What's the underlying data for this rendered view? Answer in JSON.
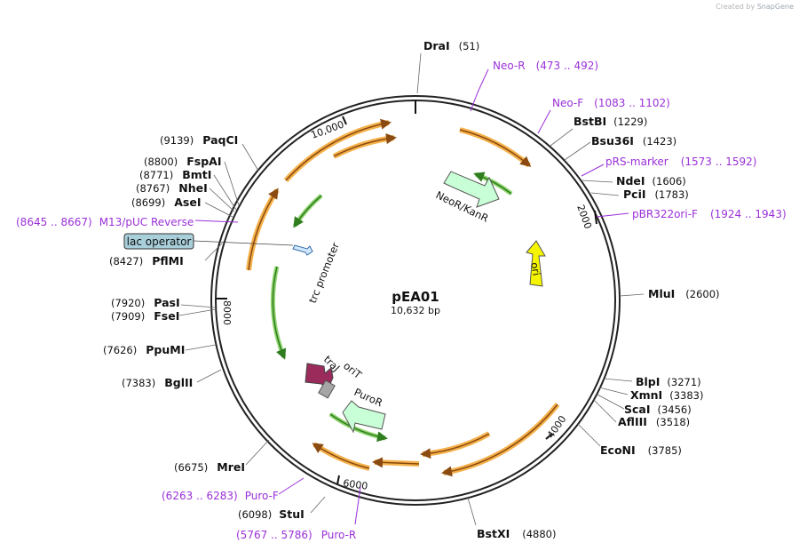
{
  "watermark": {
    "prefix": "Created by",
    "brand": "SnapGene"
  },
  "plasmid": {
    "name": "pEA01",
    "length_label": "10,632 bp",
    "length_bp": 10632
  },
  "colors": {
    "backbone": "#222222",
    "orange_feature": "#f5b14a",
    "orange_arrow": "#8a4a10",
    "green_feature": "#8fd46e",
    "green_arrow": "#2f7d1e",
    "ori": "#f5f500",
    "primer": "#9b30d8",
    "trai": "#9a2b5a",
    "neo": "#c9ffd6"
  },
  "ticks": [
    {
      "label": "2000",
      "pos": 2000
    },
    {
      "label": "4000",
      "pos": 4000
    },
    {
      "label": "6000",
      "pos": 6000
    },
    {
      "label": "8000",
      "pos": 8000
    },
    {
      "label": "10,000",
      "pos": 10000
    }
  ],
  "sites": [
    {
      "name": "DraI",
      "pos": "(51)"
    },
    {
      "name": "BstBI",
      "pos": "(1229)"
    },
    {
      "name": "Bsu36I",
      "pos": "(1423)"
    },
    {
      "name": "NdeI",
      "pos": "(1606)"
    },
    {
      "name": "PciI",
      "pos": "(1783)"
    },
    {
      "name": "MluI",
      "pos": "(2600)"
    },
    {
      "name": "BlpI",
      "pos": "(3271)"
    },
    {
      "name": "XmnI",
      "pos": "(3383)"
    },
    {
      "name": "ScaI",
      "pos": "(3456)"
    },
    {
      "name": "AflIII",
      "pos": "(3518)"
    },
    {
      "name": "EcoNI",
      "pos": "(3785)"
    },
    {
      "name": "BstXI",
      "pos": "(4880)"
    },
    {
      "name": "StuI",
      "pos": "(6098)"
    },
    {
      "name": "MreI",
      "pos": "(6675)"
    },
    {
      "name": "BglII",
      "pos": "(7383)"
    },
    {
      "name": "PpuMI",
      "pos": "(7626)"
    },
    {
      "name": "PasI",
      "pos": "(7920)"
    },
    {
      "name": "FseI",
      "pos": "(7909)"
    },
    {
      "name": "PflMI",
      "pos": "(8427)"
    },
    {
      "name": "AseI",
      "pos": "(8699)"
    },
    {
      "name": "NheI",
      "pos": "(8767)"
    },
    {
      "name": "BmtI",
      "pos": "(8771)"
    },
    {
      "name": "FspAI",
      "pos": "(8800)"
    },
    {
      "name": "PaqCI",
      "pos": "(9139)"
    }
  ],
  "primers": [
    {
      "name": "Neo-R",
      "range": "(473 .. 492)"
    },
    {
      "name": "Neo-F",
      "range": "(1083 .. 1102)"
    },
    {
      "name": "pRS-marker",
      "range": "(1573 .. 1592)"
    },
    {
      "name": "pBR322ori-F",
      "range": "(1924 .. 1943)"
    },
    {
      "name": "M13/pUC Reverse",
      "range": "(8645 .. 8667)"
    },
    {
      "name": "Puro-F",
      "range": "(6263 .. 6283)"
    },
    {
      "name": "Puro-R",
      "range": "(5767 .. 5786)"
    }
  ],
  "features": {
    "neo": "NeoR/KanR",
    "ori": "ori",
    "trc": "trc promoter",
    "lac": "lac operator",
    "puro": "PuroR",
    "orit": "oriT",
    "traj": "traJ"
  }
}
